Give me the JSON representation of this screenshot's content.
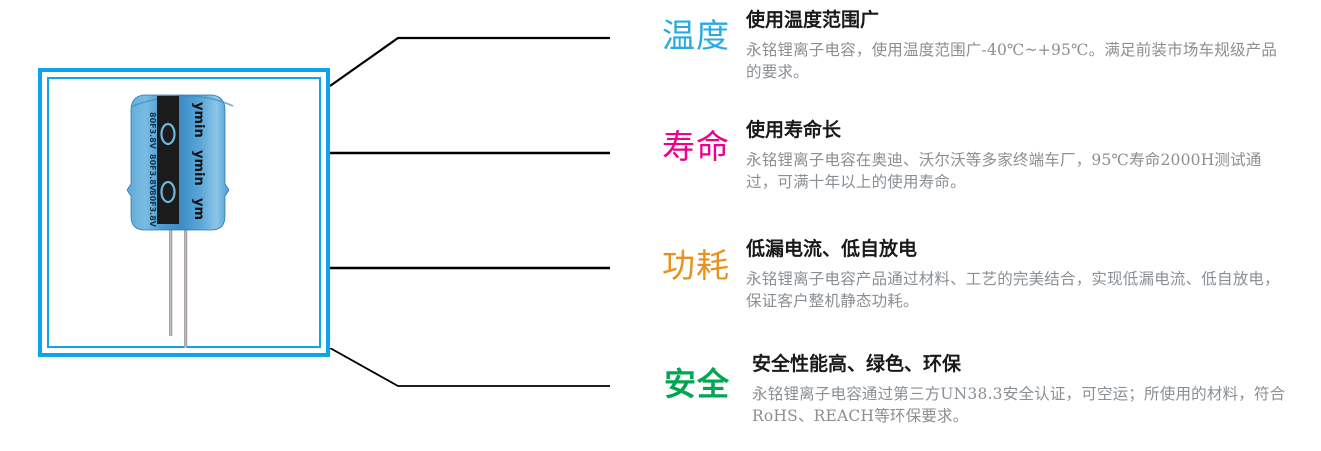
{
  "product_image": {
    "alt_name": "lithium-ion-capacitor-photo",
    "frame_color": "#0BA5E8",
    "body_color": "#3D8FC9",
    "sleeve_color": "#2B2B2B",
    "markings": [
      "80F3.8V",
      "80F3.8V",
      "80F3.8V"
    ],
    "brand_mark": "ymin"
  },
  "features": [
    {
      "keyword": "温度",
      "keyword_color": "#29ABE2",
      "title": "使用温度范围广",
      "desc": "永铭锂离子电容，使用温度范围广-40℃~+95℃。满足前装市场车规级产品的要求。"
    },
    {
      "keyword": "寿命",
      "keyword_color": "#EC008C",
      "title": "使用寿命长",
      "desc": "永铭锂离子电容在奥迪、沃尔沃等多家终端车厂，95℃寿命2000H测试通过，可满十年以上的使用寿命。"
    },
    {
      "keyword": "功耗",
      "keyword_color": "#E8921E",
      "title": "低漏电流、低自放电",
      "desc": "永铭锂离子电容产品通过材料、工艺的完美结合，实现低漏电流、低自放电，保证客户整机静态功耗。"
    },
    {
      "keyword": "安全",
      "keyword_color": "#00A651",
      "title": "安全性能高、绿色、环保",
      "desc": "永铭锂离子电容通过第三方UN38.3安全认证，可空运；所使用的材料，符合RoHS、REACH等环保要求。"
    }
  ],
  "connectors": {
    "line_color": "#000000"
  }
}
